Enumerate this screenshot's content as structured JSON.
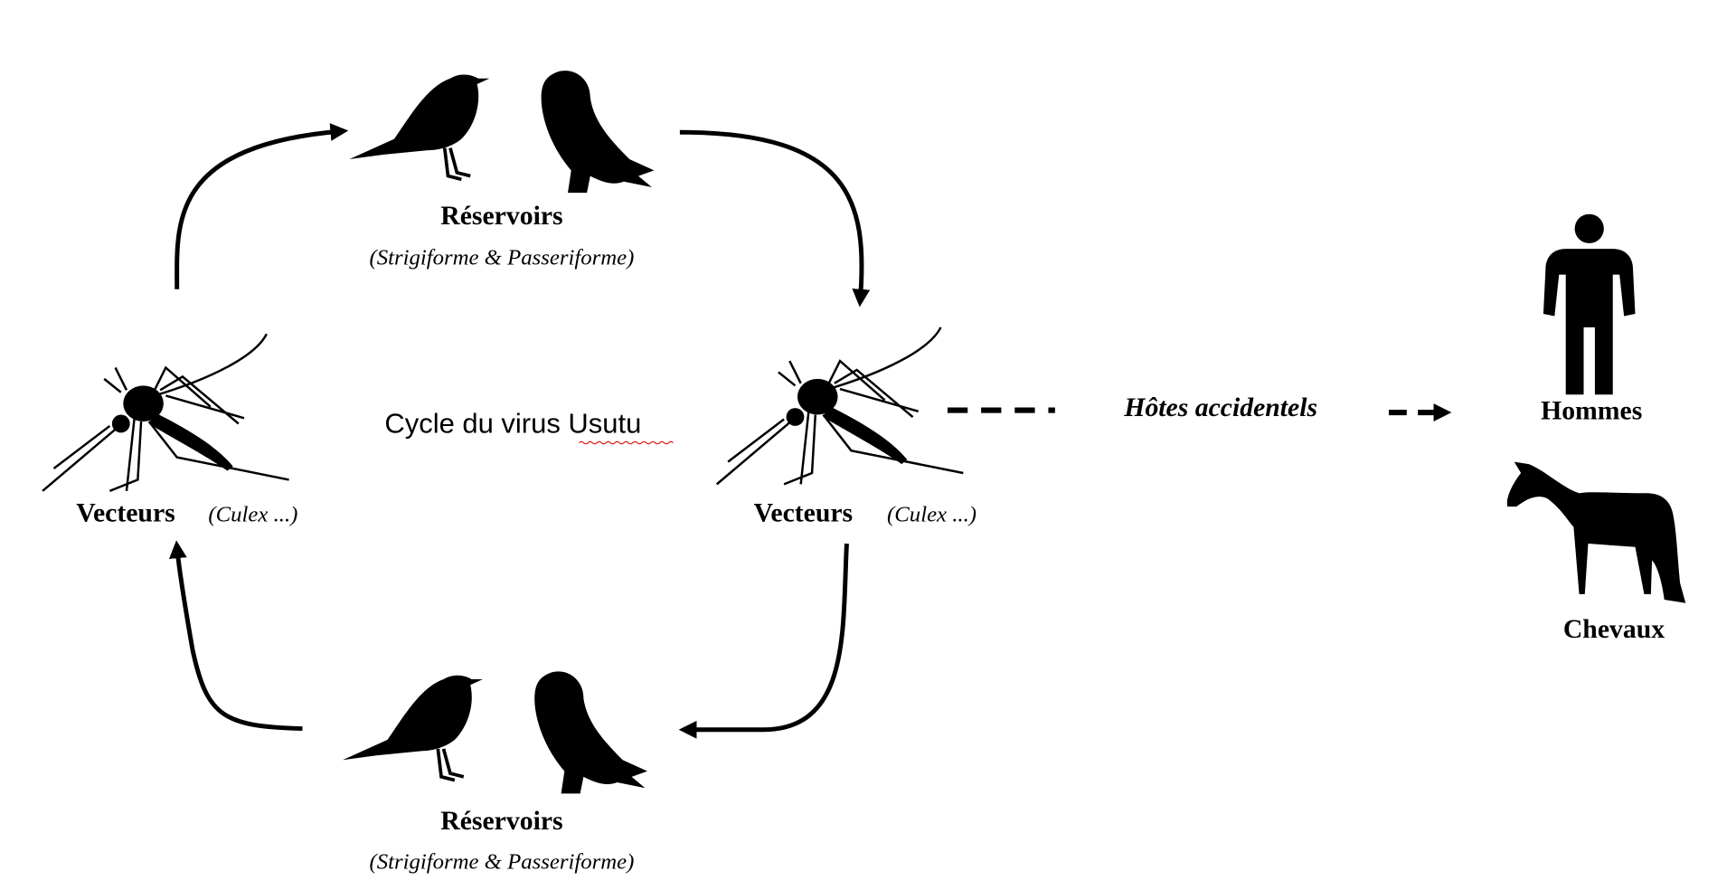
{
  "title": "Cycle du virus Usutu",
  "reservoirs_top": {
    "label": "Réservoirs",
    "sub": "(Strigiforme & Passeriforme)"
  },
  "reservoirs_bottom": {
    "label": "Réservoirs",
    "sub": "(Strigiforme & Passeriforme)"
  },
  "vectors_left": {
    "label": "Vecteurs",
    "sub": "(Culex ...)"
  },
  "vectors_right": {
    "label": "Vecteurs",
    "sub": "(Culex ...)"
  },
  "accidental": "Hôtes accidentels",
  "humans": "Hommes",
  "horses": "Chevaux"
}
